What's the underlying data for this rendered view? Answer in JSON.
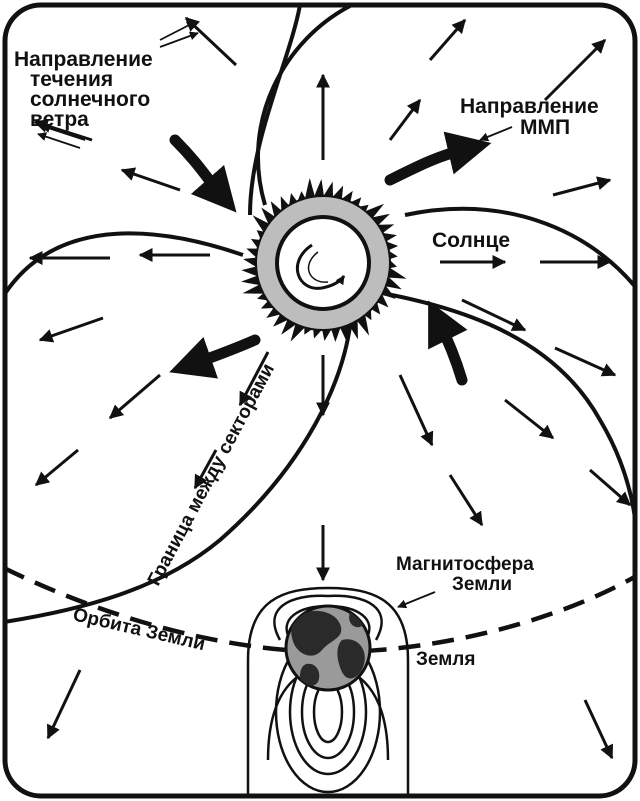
{
  "labels": {
    "wind_direction": [
      "Направление",
      "течения",
      "солнечного",
      "ветра"
    ],
    "imf_direction": [
      "Направление",
      "ММП"
    ],
    "sun": "Солнце",
    "sector_boundary": "Граница между секторами",
    "magnetosphere": [
      "Магнитосфера",
      "Земли"
    ],
    "earth_orbit": "Орбита Земли",
    "earth": "Земля"
  },
  "colors": {
    "ink": "#111111",
    "corona": "#bdbdbd",
    "earth_land": "#2a2a2a",
    "earth_sea": "#9a9a9a"
  },
  "icons": {
    "sun": "sun-with-corona-and-rotation-arrow",
    "earth": "globe",
    "wind_arrows": "radial-thin-arrows",
    "spiral_arrows": "curved-thick-arrows"
  }
}
